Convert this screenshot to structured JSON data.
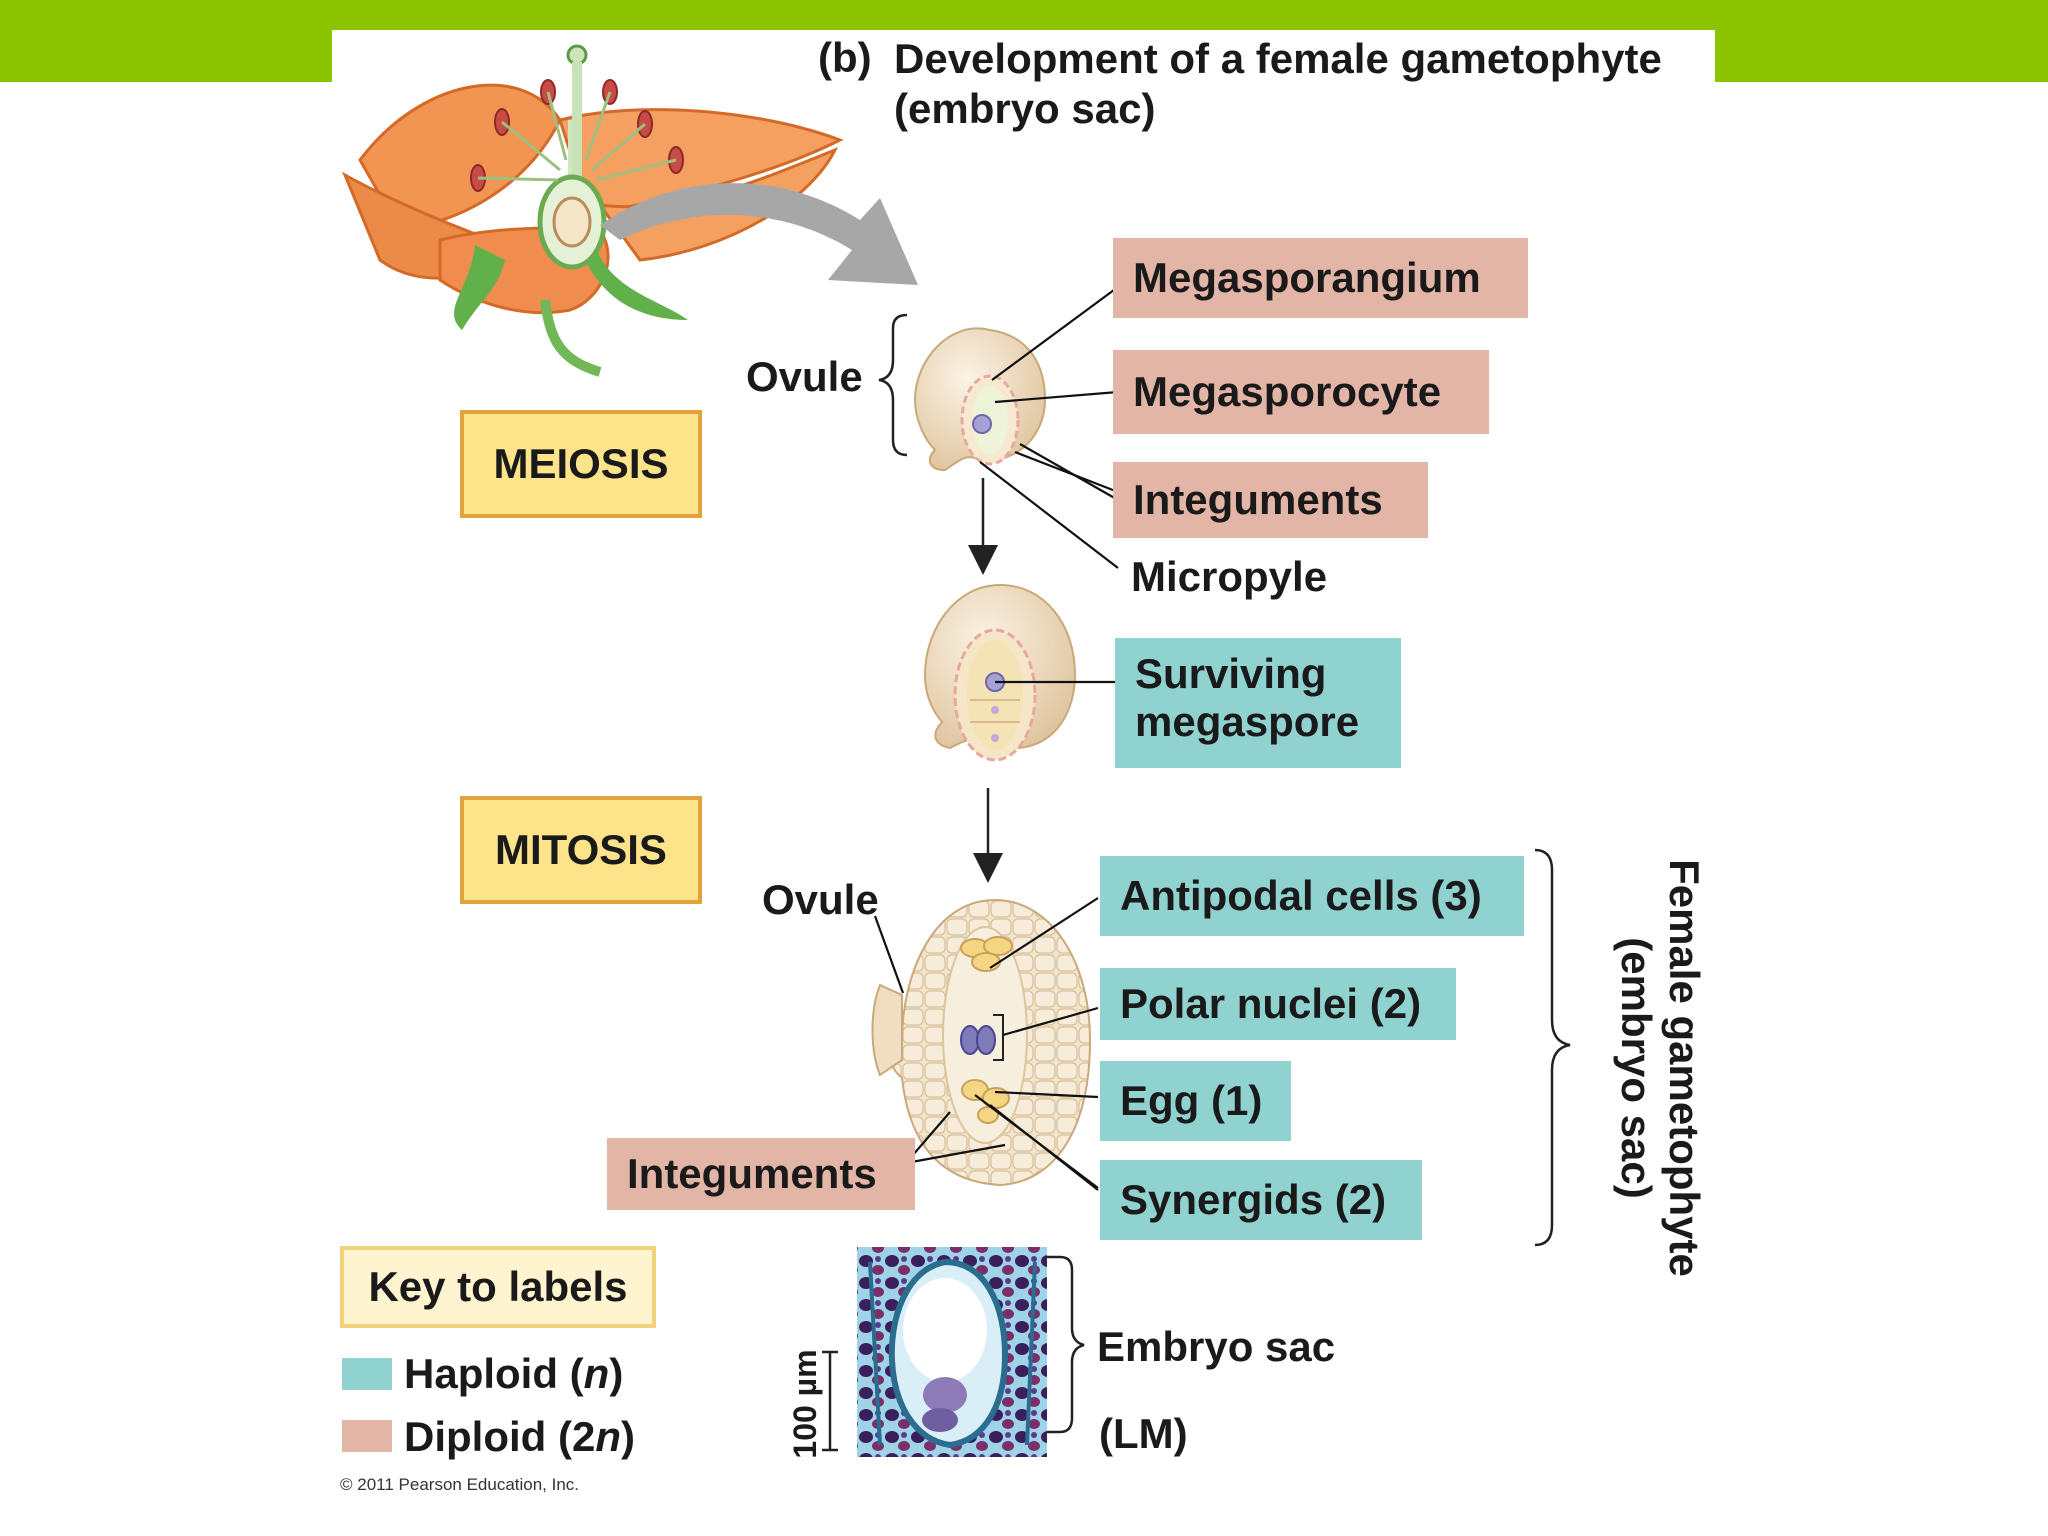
{
  "header": {
    "panel_letter": "(b)",
    "title_line1": "Development of a female gametophyte",
    "title_line2": "(embryo sac)"
  },
  "process_labels": {
    "meiosis": "MEIOSIS",
    "mitosis": "MITOSIS"
  },
  "labels": {
    "ovule_top": "Ovule",
    "ovule_bottom": "Ovule",
    "micropyle": "Micropyle",
    "embryo_sac": "Embryo sac",
    "lm": "(LM)",
    "scale_bar": "100 µm",
    "female_gametophyte_line1": "Female gametophyte",
    "female_gametophyte_line2": "(embryo sac)"
  },
  "diploid_labels": {
    "megasporangium": "Megasporangium",
    "megasporocyte": "Megasporocyte",
    "integuments_top": "Integuments",
    "integuments_bottom": "Integuments"
  },
  "haploid_labels": {
    "surviving_megaspore": "Surviving megaspore",
    "antipodal_cells": "Antipodal cells (3)",
    "polar_nuclei": "Polar nuclei (2)",
    "egg": "Egg (1)",
    "synergids": "Synergids (2)"
  },
  "key": {
    "title": "Key to labels",
    "haploid_prefix": "Haploid (",
    "haploid_symbol": "n",
    "haploid_suffix": ")",
    "diploid_prefix": "Diploid (2",
    "diploid_symbol": "n",
    "diploid_suffix": ")"
  },
  "colors": {
    "header_bar": "#8cc400",
    "haploid": "#8fd2cf",
    "diploid": "#e3b5a7",
    "process_fill": "#fde38a",
    "process_border": "#e2a23c"
  },
  "copyright": "© 2011 Pearson Education, Inc."
}
